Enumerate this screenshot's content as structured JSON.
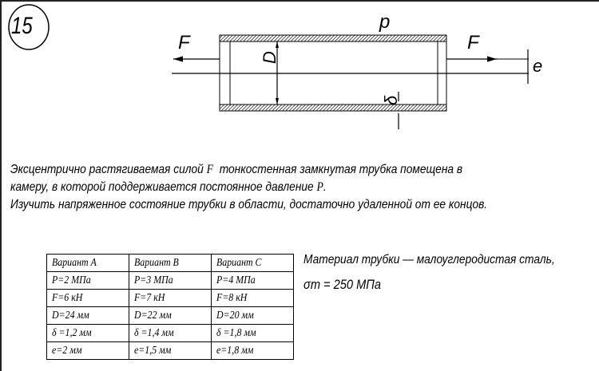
{
  "problem_number": "15",
  "diagram": {
    "label_pressure": "p",
    "label_force_left": "F",
    "label_force_right": "F",
    "label_diameter": "D",
    "label_thickness": "δ",
    "label_eccentricity": "e"
  },
  "task": {
    "line1_a": "Эксцентрично растягиваемая силой",
    "line1_var": "F",
    "line1_b": "тонкостенная замкнутая трубка помещена в",
    "line2_a": "камеру, в которой поддерживается постоянное давление",
    "line2_var": "P",
    "line2_b": ".",
    "line3": "Изучить напряженное состояние трубки в области, достаточно удаленной от ее концов."
  },
  "material": {
    "line1": "Материал трубки — малоуглеродистая сталь,",
    "line2": "σт = 250 МПа"
  },
  "table": {
    "rows": [
      [
        "Вариант А",
        "Вариант В",
        "Вариант С"
      ],
      [
        "P=2  МПа",
        "P=3  МПа",
        "P=4  МПа"
      ],
      [
        "F=6  кН",
        "F=7  кН",
        "F=8  кН"
      ],
      [
        "D=24 мм",
        "D=22 мм",
        "D=20 мм"
      ],
      [
        "δ =1,2 мм",
        "δ =1,4 мм",
        "δ =1,8 мм"
      ],
      [
        "e=2 мм",
        "e=1,5 мм",
        "e=1,8 мм"
      ]
    ]
  }
}
